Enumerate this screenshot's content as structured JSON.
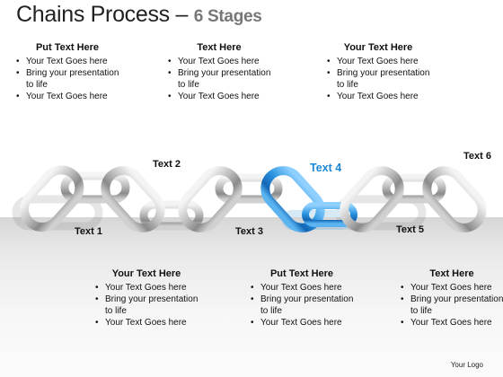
{
  "title": {
    "main": "Chains Process – ",
    "stages": "6 Stages"
  },
  "top_boxes": [
    {
      "heading": "Put Text Here",
      "bullets": [
        "Your Text Goes here",
        "Bring your presentation to life",
        "Your Text Goes here"
      ]
    },
    {
      "heading": "Text Here",
      "bullets": [
        "Your Text Goes here",
        "Bring your presentation to life",
        "Your Text Goes here"
      ]
    },
    {
      "heading": "Your Text Here",
      "bullets": [
        "Your Text Goes here",
        "Bring your presentation to life",
        "Your Text Goes here"
      ]
    }
  ],
  "bottom_boxes": [
    {
      "heading": "Your Text Here",
      "bullets": [
        "Your Text Goes here",
        "Bring your presentation to life",
        "Your Text Goes here"
      ]
    },
    {
      "heading": "Put Text Here",
      "bullets": [
        "Your Text Goes here",
        "Bring your presentation to life",
        "Your Text Goes here"
      ]
    },
    {
      "heading": "Text Here",
      "bullets": [
        "Your Text Goes here",
        "Bring your presentation to life",
        "Your Text Goes here"
      ]
    }
  ],
  "stage_labels": [
    "Text 1",
    "Text 2",
    "Text 3",
    "Text 4",
    "Text 5",
    "Text 6"
  ],
  "colors": {
    "highlight": "#1e88d6",
    "chain": "#a9a9a9",
    "floor": "#e4e4e4"
  },
  "logo": "Your Logo"
}
